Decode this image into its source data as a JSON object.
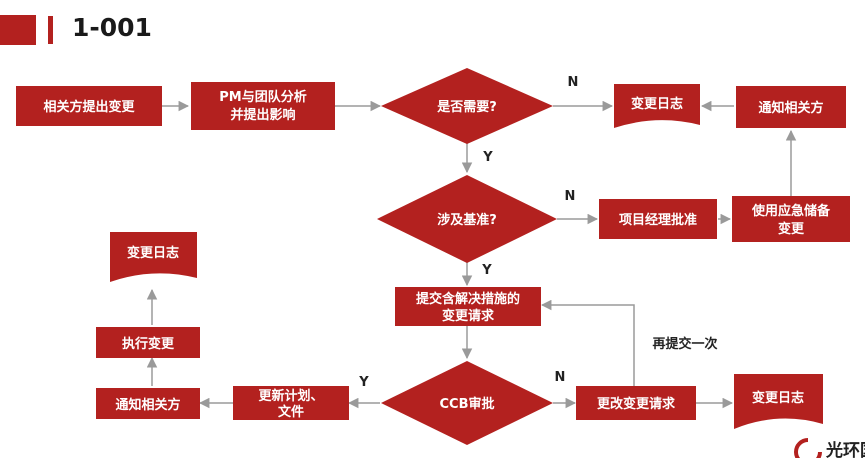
{
  "title": "1-001",
  "colors": {
    "node": "#b3211f",
    "arrow": "#9a9a9a",
    "text": "#ffffff"
  },
  "nodes": {
    "stakeholder_change": "相关方提出变更",
    "pm_analysis_1": "PM与团队分析",
    "pm_analysis_2": "并提出影响",
    "is_needed": "是否需要?",
    "change_log_top": "变更日志",
    "notify_top": "通知相关方",
    "involves_baseline": "涉及基准?",
    "pm_approve": "项目经理批准",
    "reserve_1": "使用应急储备",
    "reserve_2": "变更",
    "submit_1": "提交含解决措施的",
    "submit_2": "变更请求",
    "ccb": "CCB审批",
    "revise_request": "更改变更请求",
    "change_log_right": "变更日志",
    "update_plan_1": "更新计划、",
    "update_plan_2": "文件",
    "notify_bottom": "通知相关方",
    "execute_change": "执行变更",
    "change_log_left": "变更日志"
  },
  "edges": {
    "n1": "N",
    "y1": "Y",
    "n2": "N",
    "y2": "Y",
    "y3": "Y",
    "n3": "N",
    "resubmit": "再提交一次"
  },
  "logo": {
    "text": "光环国"
  }
}
